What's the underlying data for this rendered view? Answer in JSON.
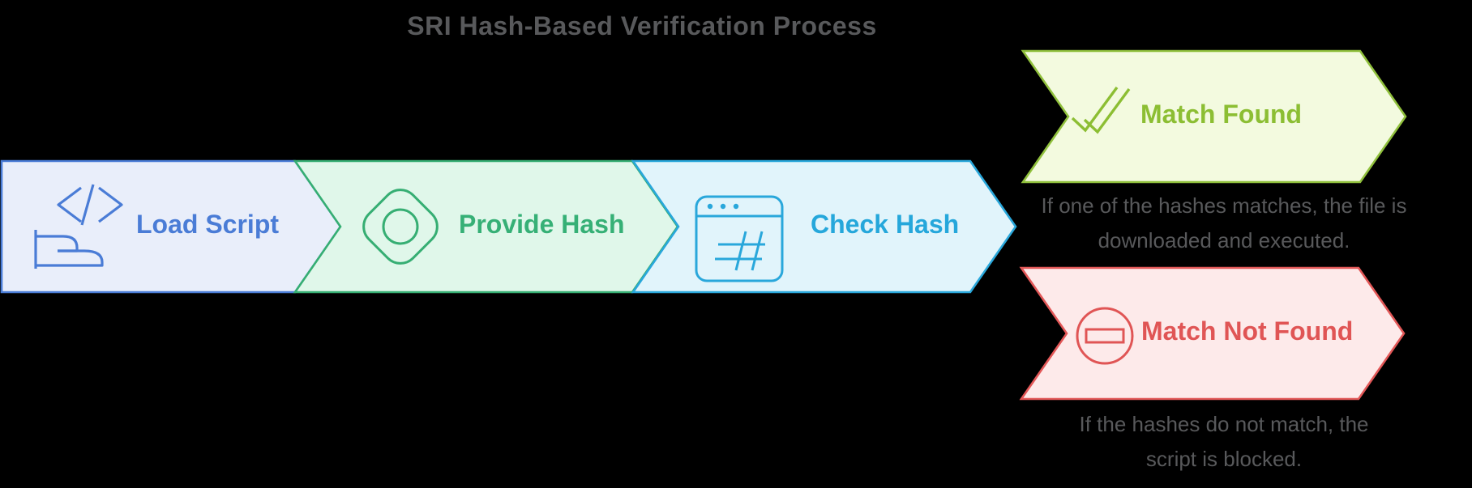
{
  "title": "SRI Hash-Based Verification Process",
  "steps": [
    {
      "label": "Load Script",
      "icon": "code-script-icon",
      "fill": "#E9EEFA",
      "border": "#4A7CD6",
      "text_color": "#4A7CD6"
    },
    {
      "label": "Provide Hash",
      "icon": "seal-badge-icon",
      "fill": "#E0F7EA",
      "border": "#36AE73",
      "text_color": "#36B076"
    },
    {
      "label": "Check Hash",
      "icon": "browser-hash-icon",
      "fill": "#E1F4FB",
      "border": "#29A7DB",
      "text_color": "#25A7DB"
    }
  ],
  "outcomes": [
    {
      "label": "Match Found",
      "icon": "double-check-icon",
      "fill": "#F3FADF",
      "border": "#90C03C",
      "text_color": "#8CBE33",
      "description_lines": [
        "If one of the hashes matches, the file is",
        "downloaded and executed."
      ]
    },
    {
      "label": "Match Not Found",
      "icon": "no-entry-icon",
      "fill": "#FDEAEA",
      "border": "#E25757",
      "text_color": "#E05555",
      "description_lines": [
        "If the hashes do not match, the",
        "script is blocked."
      ]
    }
  ],
  "description_text_color": "#58595B",
  "title_color": "#58595B"
}
